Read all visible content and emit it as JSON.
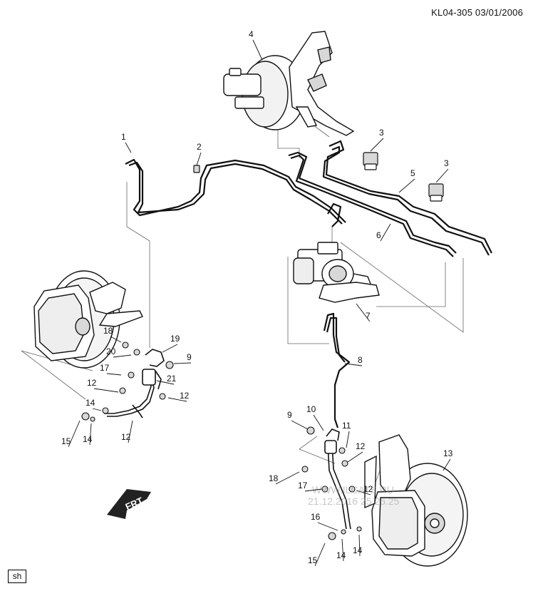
{
  "header": {
    "text": "KL04-305  03/01/2006"
  },
  "footer": {
    "sh_label": "sh"
  },
  "frt_label": "FRT",
  "watermark": {
    "line1": "WWW.ILCATS.RU",
    "line2": "21.12.2016 25.25.25"
  },
  "callouts": [
    "1",
    "2",
    "3",
    "3",
    "4",
    "5",
    "6",
    "7",
    "8",
    "9",
    "9",
    "10",
    "11",
    "12",
    "12",
    "12",
    "12",
    "12",
    "13",
    "14",
    "14",
    "14",
    "14",
    "15",
    "15",
    "16",
    "17",
    "17",
    "18",
    "18",
    "19",
    "20",
    "21"
  ],
  "colors": {
    "line": "#111111",
    "thin": "#555555",
    "fill": "#ffffff",
    "shade": "#d8d8d8"
  }
}
